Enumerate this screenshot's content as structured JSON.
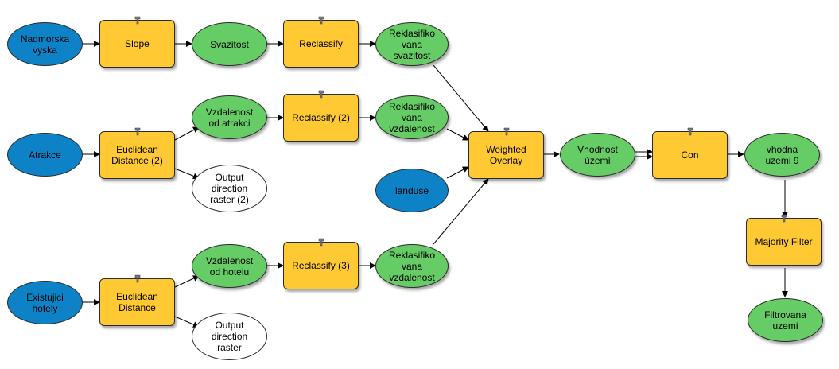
{
  "nodes": {
    "nadmorska_vyska": "Nadmorska\nvyska",
    "slope": "Slope",
    "svazitost": "Svazitost",
    "reclassify": "Reclassify",
    "reklas_svazitost": "Reklasifiko\nvana\nsvazitost",
    "atrakce": "Atrakce",
    "euclid2": "Euclidean\nDistance (2)",
    "vzd_atrakci": "Vzdalenost\nod atrakci",
    "reclassify2": "Reclassify (2)",
    "reklas_vzd1": "Reklasifiko\nvana\nvzdalenost",
    "out_dir2": "Output\ndirection\nraster (2)",
    "landuse": "landuse",
    "weighted": "Weighted\nOverlay",
    "vhodnost": "Vhodnost\núzemí",
    "con": "Con",
    "vhodna9": "vhodna\nuzemi 9",
    "majority": "Majority Filter",
    "filtrovana": "Filtrovana\nuzemi",
    "existujici": "Existujici\nhotely",
    "euclid": "Euclidean\nDistance",
    "vzd_hotelu": "Vzdalenost\nod hotelu",
    "reclassify3": "Reclassify (3)",
    "reklas_vzd2": "Reklasifiko\nvana\nvzdalenost",
    "out_dir": "Output\ndirection\nraster"
  },
  "colors": {
    "input": "#0e82c6",
    "derived": "#66cc66",
    "tool": "#ffc933",
    "output": "#ffffff",
    "connector": "#000000"
  },
  "icons": {
    "tool": "hammer-icon"
  }
}
